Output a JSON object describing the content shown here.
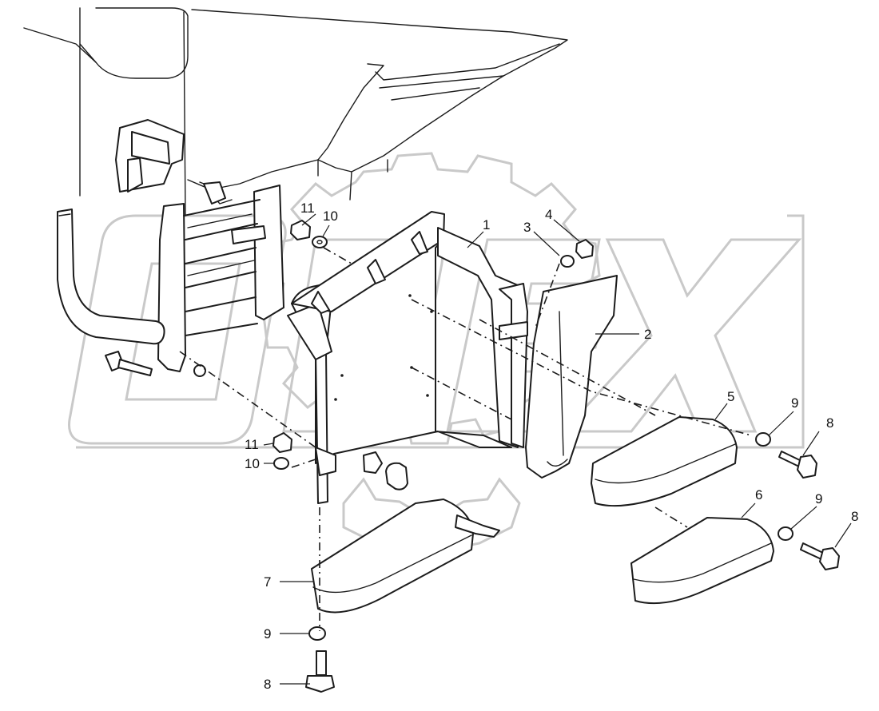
{
  "watermark": {
    "text": "OPEX",
    "color": "#c8c8c8"
  },
  "callouts": [
    {
      "id": "c1",
      "label": "1"
    },
    {
      "id": "c2",
      "label": "2"
    },
    {
      "id": "c3",
      "label": "3"
    },
    {
      "id": "c4",
      "label": "4"
    },
    {
      "id": "c5",
      "label": "5"
    },
    {
      "id": "c6",
      "label": "6"
    },
    {
      "id": "c7",
      "label": "7"
    },
    {
      "id": "c8a",
      "label": "8"
    },
    {
      "id": "c8b",
      "label": "8"
    },
    {
      "id": "c8c",
      "label": "8"
    },
    {
      "id": "c9a",
      "label": "9"
    },
    {
      "id": "c9b",
      "label": "9"
    },
    {
      "id": "c9c",
      "label": "9"
    },
    {
      "id": "c10a",
      "label": "10"
    },
    {
      "id": "c10b",
      "label": "10"
    },
    {
      "id": "c11a",
      "label": "11"
    },
    {
      "id": "c11b",
      "label": "11"
    }
  ],
  "colors": {
    "ink": "#1c1c1c",
    "background": "#ffffff"
  }
}
